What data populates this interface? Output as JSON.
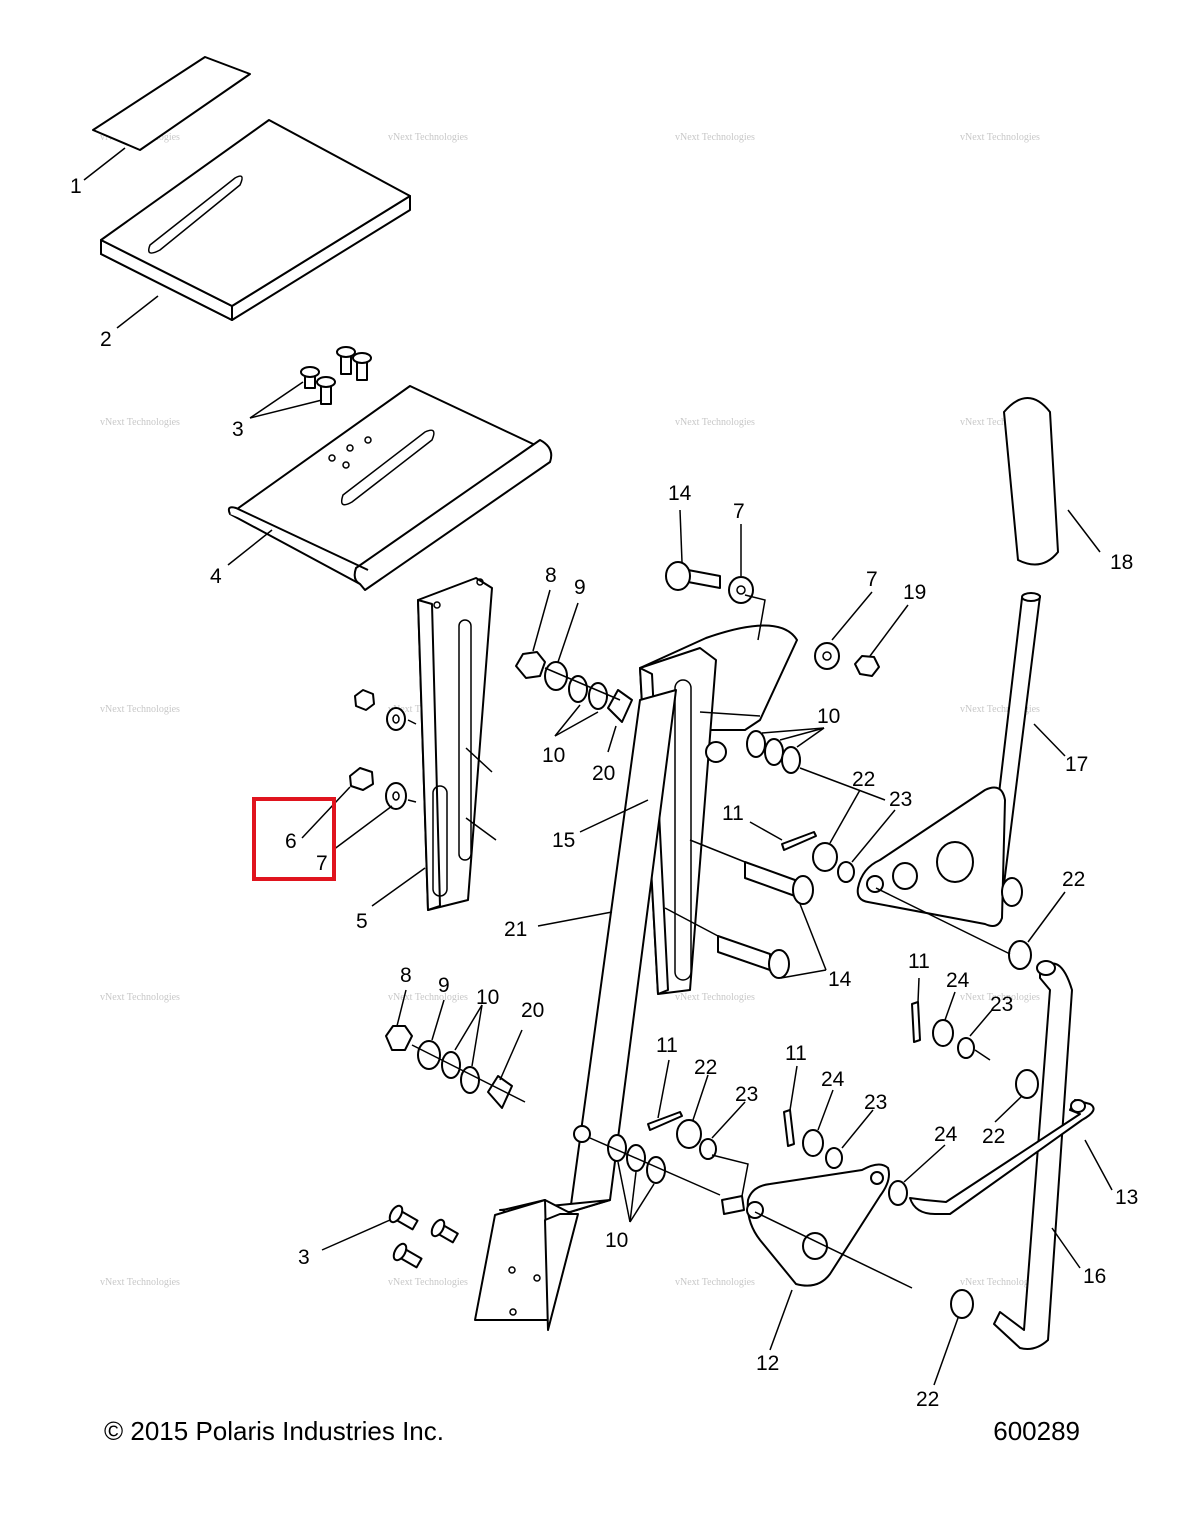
{
  "diagram": {
    "copyright": "© 2015 Polaris Industries Inc.",
    "drawing_number": "600289",
    "watermark": "vNext Technologies",
    "highlight_color": "#e0141e",
    "callouts": [
      "1",
      "2",
      "3",
      "3",
      "4",
      "5",
      "6",
      "7",
      "7",
      "7",
      "8",
      "8",
      "9",
      "9",
      "10",
      "10",
      "10",
      "10",
      "11",
      "11",
      "11",
      "11",
      "12",
      "13",
      "14",
      "14",
      "15",
      "16",
      "17",
      "18",
      "19",
      "20",
      "20",
      "21",
      "22",
      "22",
      "22",
      "22",
      "22",
      "23",
      "23",
      "23",
      "23",
      "24",
      "24",
      "24"
    ]
  }
}
